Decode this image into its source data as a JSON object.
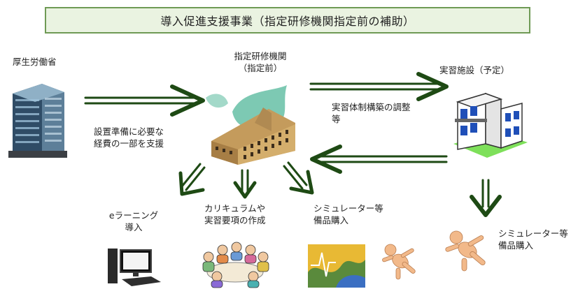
{
  "title": "導入促進支援事業（指定研修機関指定前の補助）",
  "labels": {
    "ministry": "厚生労働省",
    "institution_line1": "指定研修機関",
    "institution_line2": "（指定前）",
    "facility": "実習施設（予定）",
    "support_line1": "設置準備に必要な",
    "support_line2": "経費の一部を支援",
    "coordination_line1": "実習体制構築の調整",
    "coordination_line2": "等",
    "elearning_line1": "eラーニング",
    "elearning_line2": "導入",
    "curriculum_line1": "カリキュラムや",
    "curriculum_line2": "実習要項の作成",
    "simulator_center_line1": "シミュレーター等",
    "simulator_center_line2": "備品購入",
    "simulator_right_line1": "シミュレーター等",
    "simulator_right_line2": "備品購入"
  },
  "colors": {
    "arrow": "#1e4a14",
    "title_fill": "#eaf3e1",
    "title_border": "#6f9a55"
  },
  "icons": [
    "office-building-icon",
    "university-building-icon",
    "hospital-building-icon",
    "computer-icon",
    "meeting-people-icon",
    "medical-chart-icon",
    "manikin-icon"
  ]
}
